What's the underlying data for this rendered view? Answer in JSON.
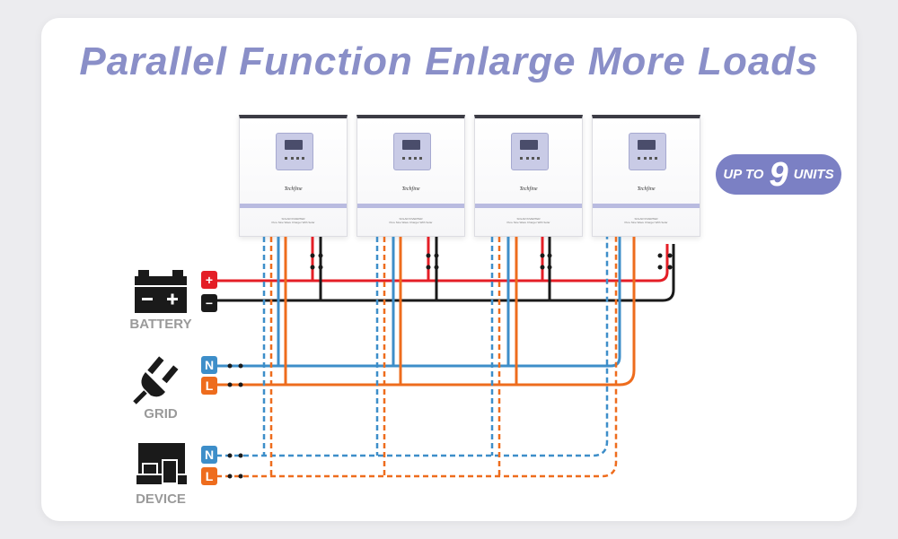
{
  "title": "Parallel Function Enlarge More Loads",
  "badge": {
    "prefix": "UP TO",
    "count": "9",
    "suffix": "UNITS"
  },
  "inverter": {
    "brand": "Techfine",
    "model_line1": "SOLAR INVERTER",
    "model_line2": "Pure Sine Wave Charger With Solar"
  },
  "sources": {
    "battery": {
      "label": "BATTERY",
      "plus": "+",
      "minus": "−"
    },
    "grid": {
      "label": "GRID",
      "n": "N",
      "l": "L"
    },
    "device": {
      "label": "DEVICE",
      "n": "N",
      "l": "L"
    }
  },
  "colors": {
    "red": "#e41e26",
    "black": "#1a1a1a",
    "blue": "#3d8ec9",
    "orange": "#ee6c1d",
    "title": "#8a8fc8",
    "badge": "#7b80c4"
  }
}
